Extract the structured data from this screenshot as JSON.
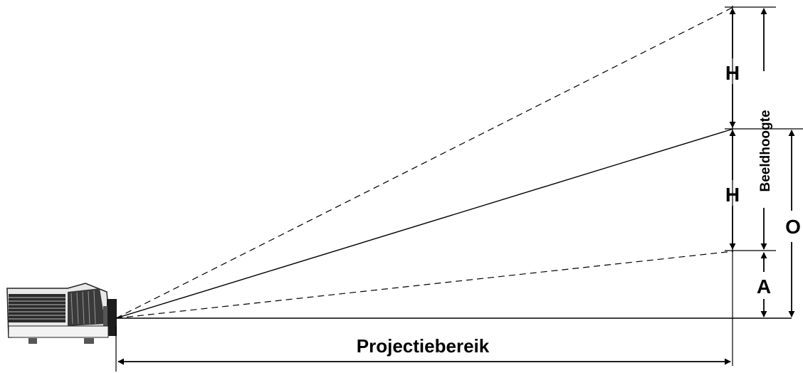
{
  "labels": {
    "h_upper": "H",
    "h_lower": "H",
    "image_height": "Beeldhoogte",
    "offset": "O",
    "a": "A",
    "throw_distance": "Projectiebereik"
  },
  "colors": {
    "line": "#000000",
    "projector_body": "#e8e8e8",
    "projector_dark": "#222222"
  },
  "icons": {
    "projector": "projector-icon"
  }
}
